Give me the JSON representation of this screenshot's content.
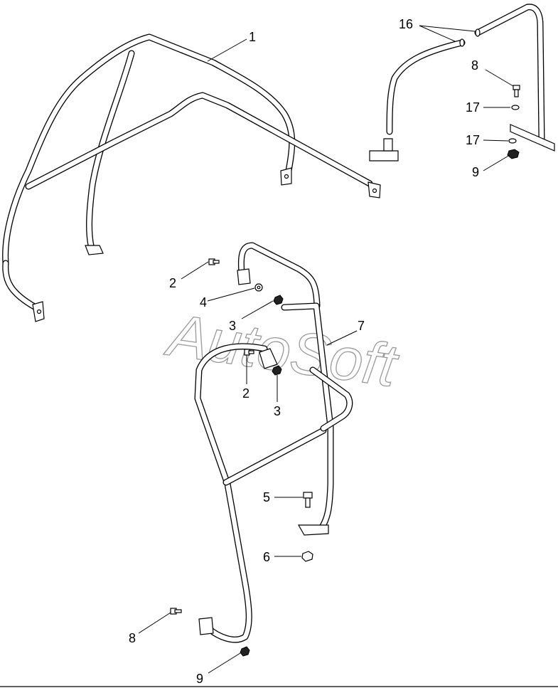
{
  "watermark": "AutoSoft",
  "callouts": [
    {
      "id": "c1",
      "label": "1"
    },
    {
      "id": "c16",
      "label": "16"
    },
    {
      "id": "c8a",
      "label": "8"
    },
    {
      "id": "c17a",
      "label": "17"
    },
    {
      "id": "c17b",
      "label": "17"
    },
    {
      "id": "c9a",
      "label": "9"
    },
    {
      "id": "c2a",
      "label": "2"
    },
    {
      "id": "c4",
      "label": "4"
    },
    {
      "id": "c3a",
      "label": "3"
    },
    {
      "id": "c7",
      "label": "7"
    },
    {
      "id": "c2b",
      "label": "2"
    },
    {
      "id": "c3b",
      "label": "3"
    },
    {
      "id": "c5",
      "label": "5"
    },
    {
      "id": "c6",
      "label": "6"
    },
    {
      "id": "c8b",
      "label": "8"
    },
    {
      "id": "c9b",
      "label": "9"
    }
  ]
}
